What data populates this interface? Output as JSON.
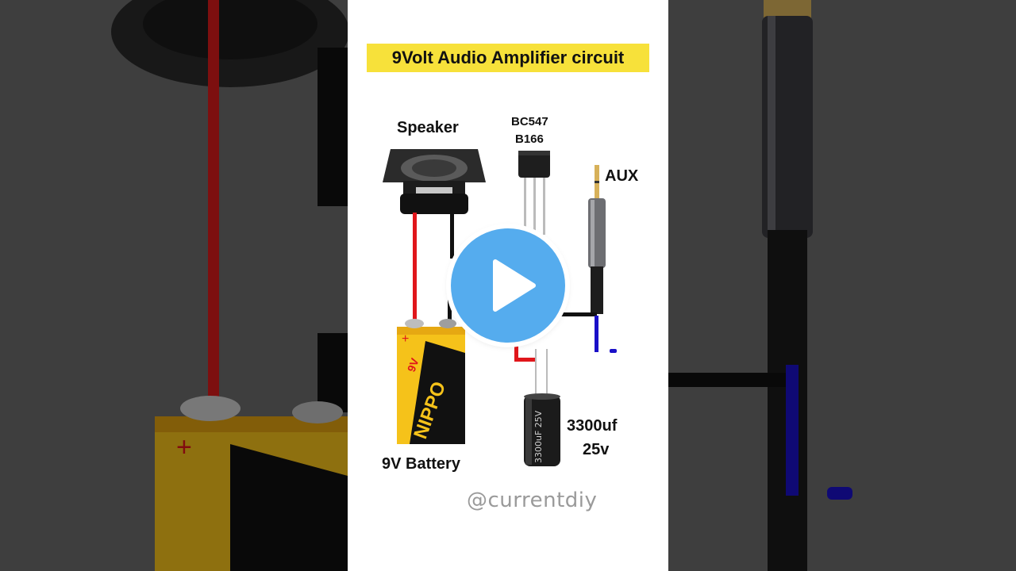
{
  "title": "9Volt Audio Amplifier circuit",
  "labels": {
    "speaker": "Speaker",
    "transistor_line1": "BC547",
    "transistor_line2": "B166",
    "aux": "AUX",
    "battery": "9V Battery",
    "capacitor_line1": "3300uf",
    "capacitor_line2": "25v"
  },
  "battery_markings": {
    "brand": "NIPPO",
    "voltage": "9V",
    "plus": "+"
  },
  "capacitor_marking": "3300uF 25V",
  "watermark": "@currentdiy",
  "colors": {
    "title_highlight": "#f7e13a",
    "positive_wire": "#e0161b",
    "negative_wire": "#111111",
    "signal_wire": "#1a10c8",
    "play_button": "#55acee",
    "battery_yellow": "#f5c21a"
  }
}
